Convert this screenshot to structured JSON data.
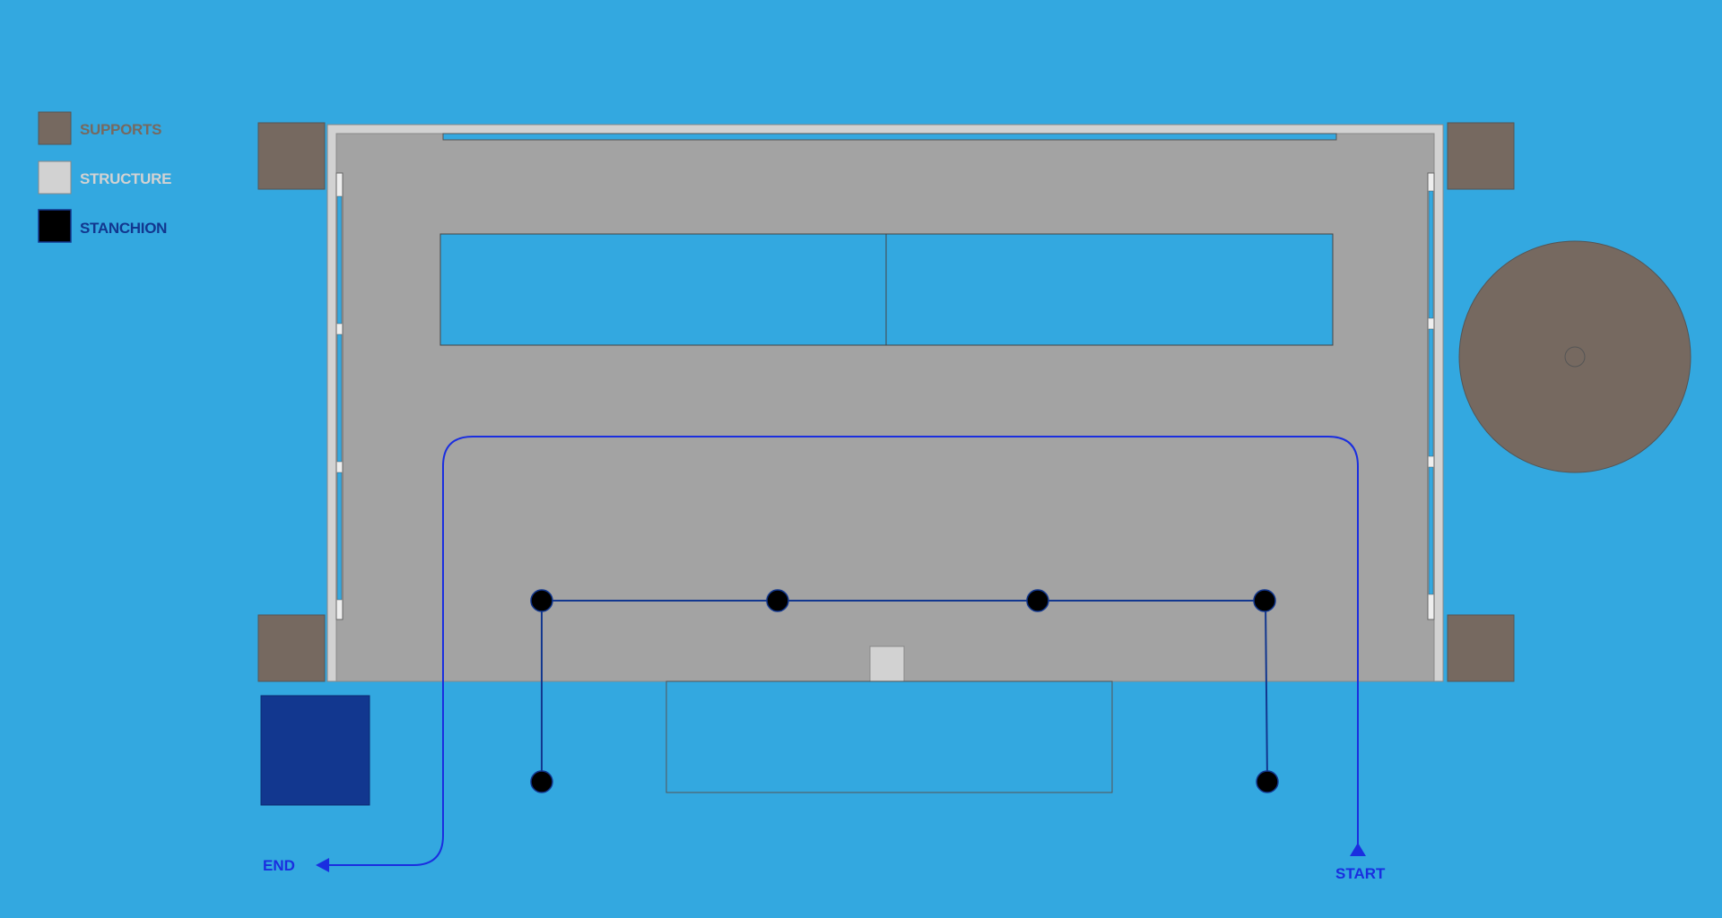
{
  "legend": {
    "items": [
      {
        "label": "SUPPORTS",
        "swatch_color": "#766960",
        "text_color": "#766960"
      },
      {
        "label": "STRUCTURE",
        "swatch_color": "#d2d2d2",
        "text_color": "#d2d2d2"
      },
      {
        "label": "STANCHION",
        "swatch_color": "#000000",
        "text_color": "#12378f"
      }
    ]
  },
  "route": {
    "start_label": "START",
    "end_label": "END",
    "color": "#1a2ee0"
  },
  "colors": {
    "background": "#33a8e0",
    "floor": "#a3a3a3",
    "structure": "#d2d2d2",
    "supports": "#766960",
    "opening": "#33a8e0",
    "stanchion": "#000000",
    "stanchion_rope": "#12378f",
    "marker_block": "#12378f"
  }
}
